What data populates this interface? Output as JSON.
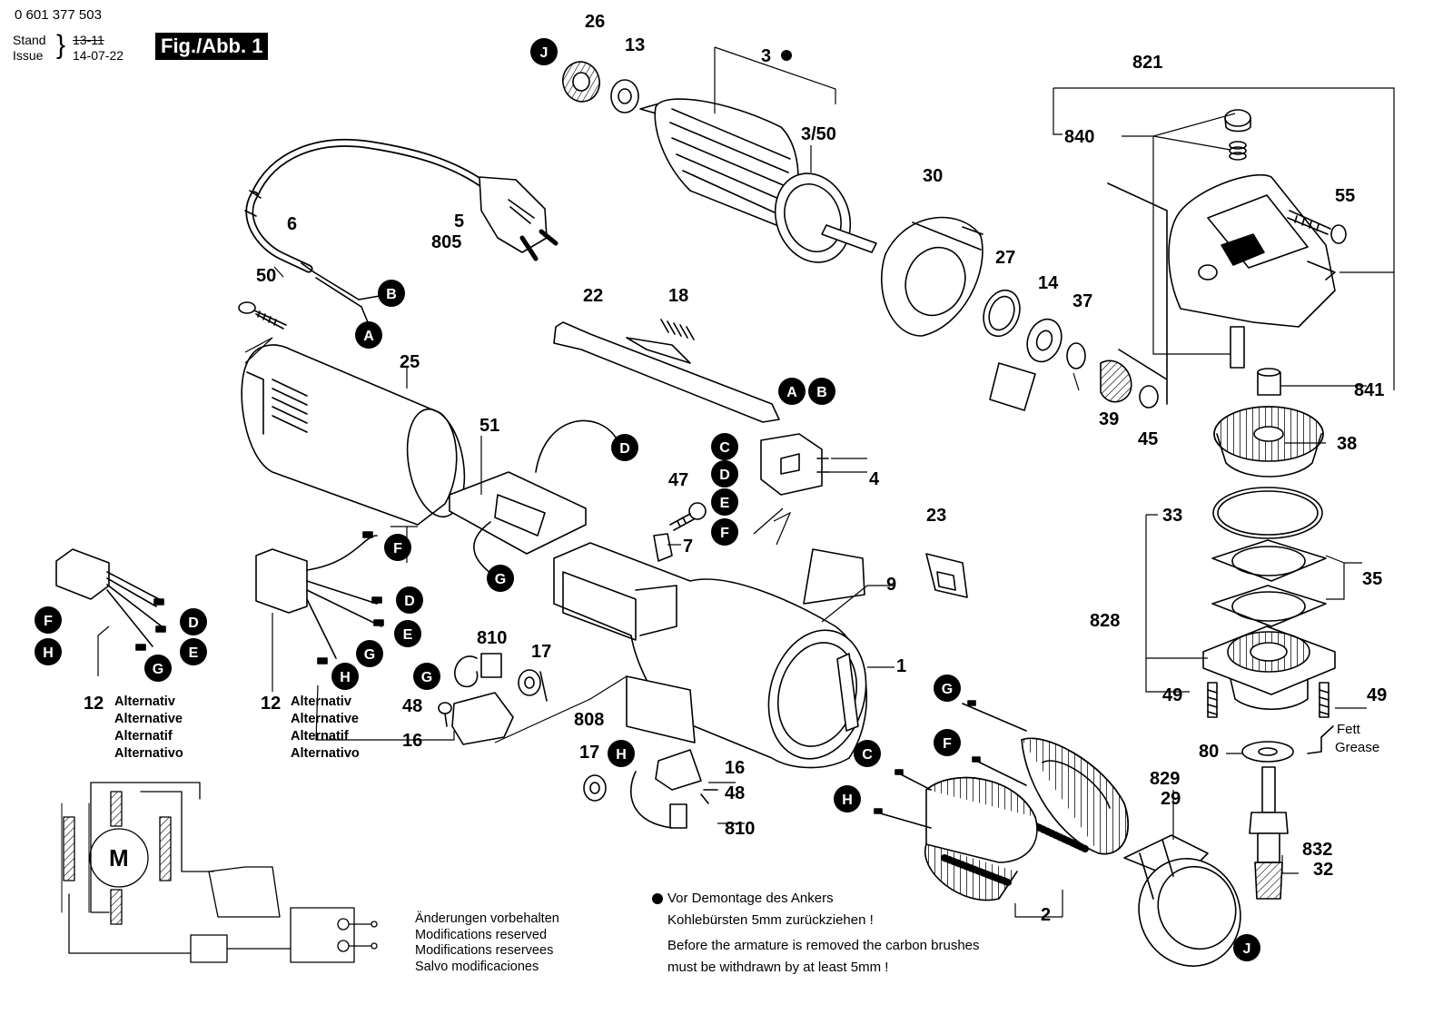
{
  "header": {
    "part_number": "0 601 377 503",
    "stand_label": "Stand",
    "issue_label": "Issue",
    "stand_old": "13-11",
    "issue_date": "14-07-22",
    "figure": "Fig./Abb. 1"
  },
  "labels": {
    "l26": "26",
    "l13": "13",
    "l3": "3",
    "l350": "3/50",
    "l30": "30",
    "l27": "27",
    "l14": "14",
    "l37": "37",
    "l39": "39",
    "l45": "45",
    "l821": "821",
    "l840": "840",
    "l55": "55",
    "l841": "841",
    "l38": "38",
    "l33": "33",
    "l35": "35",
    "l828": "828",
    "l49a": "49",
    "l49b": "49",
    "l80": "80",
    "l832": "832",
    "l32": "32",
    "l829": "829",
    "l29": "29",
    "l5": "5",
    "l805": "805",
    "l6": "6",
    "l50": "50",
    "l25": "25",
    "l22": "22",
    "l18": "18",
    "l51": "51",
    "l47": "47",
    "l7": "7",
    "l4": "4",
    "l23": "23",
    "l9": "9",
    "l1": "1",
    "l810a": "810",
    "l17a": "17",
    "l48a": "48",
    "l16a": "16",
    "l808": "808",
    "l17b": "17",
    "l16b": "16",
    "l48b": "48",
    "l810b": "810",
    "l2": "2",
    "l12a": "12",
    "l12b": "12",
    "motor": "M",
    "fett": "Fett",
    "grease": "Grease"
  },
  "callouts": {
    "J1": "J",
    "B1": "B",
    "A1": "A",
    "D1": "D",
    "A2": "A",
    "B2": "B",
    "C1": "C",
    "D2": "D",
    "E1": "E",
    "F1": "F",
    "F2": "F",
    "G1": "G",
    "D3": "D",
    "E2": "E",
    "G2": "G",
    "H1": "H",
    "F3": "F",
    "D4": "D",
    "H2": "H",
    "E3": "E",
    "G3": "G",
    "G4": "G",
    "H3": "H",
    "G5": "G",
    "F4": "F",
    "C2": "C",
    "H4": "H",
    "J2": "J"
  },
  "alternatives": [
    "Alternativ",
    "Alternative",
    "Alternatif",
    "Alternativo"
  ],
  "modifications": [
    "Änderungen vorbehalten",
    "Modifications reserved",
    "Modifications reservees",
    "Salvo modificaciones"
  ],
  "note": {
    "de_line1": "Vor Demontage des Ankers",
    "de_line2": "Kohlebürsten 5mm zurückziehen !",
    "en_line1": "Before the armature is removed the carbon brushes",
    "en_line2": "must be withdrawn by at least 5mm !"
  }
}
